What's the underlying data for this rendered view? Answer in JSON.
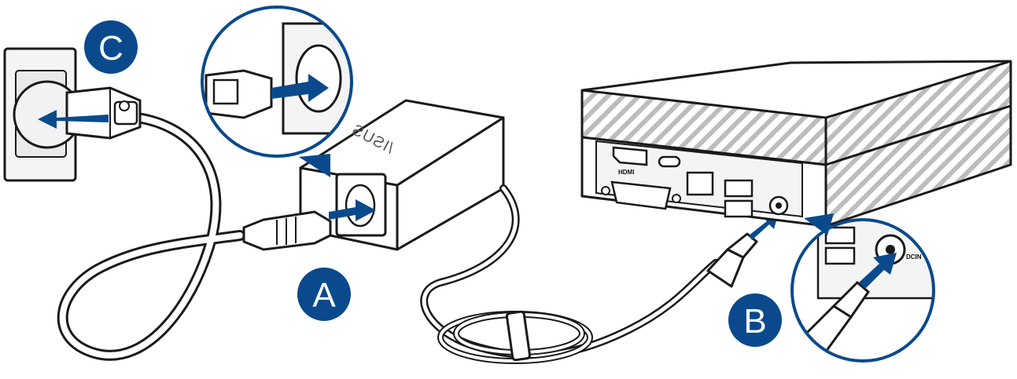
{
  "steps": {
    "a": "A",
    "b": "B",
    "c": "C"
  },
  "adapter_brand": "/ISUS",
  "ports": {
    "hdmi": "HDMI",
    "dc_in": "DCIN"
  },
  "colors": {
    "accent": "#0a4a8c",
    "outline": "#1a1a1a",
    "panel": "#f2f2f2"
  },
  "icons": [
    "power-adapter-icon",
    "ac-plug-icon",
    "wall-outlet-icon",
    "mini-pc-icon",
    "dc-plug-icon",
    "arrow-icon"
  ]
}
